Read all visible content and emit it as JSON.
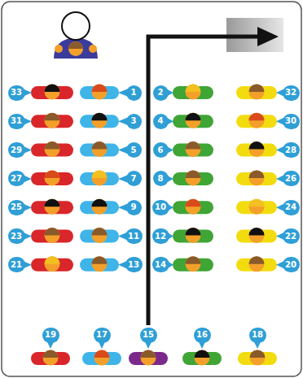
{
  "diagram": {
    "nodes": [
      {
        "text": [
          "33"
        ]
      },
      {
        "text": [
          "1"
        ]
      },
      {
        "text": [
          "2"
        ]
      },
      {
        "text": [
          "32"
        ]
      },
      {
        "text": [
          "31"
        ]
      },
      {
        "text": [
          "3"
        ]
      },
      {
        "text": [
          "4"
        ]
      },
      {
        "text": [
          "30"
        ]
      },
      {
        "text": [
          "29"
        ]
      },
      {
        "text": [
          "5"
        ]
      },
      {
        "text": [
          "6"
        ]
      },
      {
        "text": [
          "28"
        ]
      },
      {
        "text": [
          "27"
        ]
      },
      {
        "text": [
          "7"
        ]
      },
      {
        "text": [
          "8"
        ]
      },
      {
        "text": [
          "26"
        ]
      },
      {
        "text": [
          "25"
        ]
      },
      {
        "text": [
          "9"
        ]
      },
      {
        "text": [
          "10"
        ]
      },
      {
        "text": [
          "24"
        ]
      },
      {
        "text": [
          "23"
        ]
      },
      {
        "text": [
          "11"
        ]
      },
      {
        "text": [
          "12"
        ]
      },
      {
        "text": [
          "22"
        ]
      },
      {
        "text": [
          "21"
        ]
      },
      {
        "text": [
          "13"
        ]
      },
      {
        "text": [
          "14"
        ]
      },
      {
        "text": [
          "20"
        ]
      },
      {
        "text": [
          "19"
        ]
      },
      {
        "text": [
          "17"
        ]
      },
      {
        "text": [
          "15"
        ]
      },
      {
        "text": [
          "16"
        ]
      },
      {
        "text": [
          "18"
        ]
      }
    ]
  }
}
